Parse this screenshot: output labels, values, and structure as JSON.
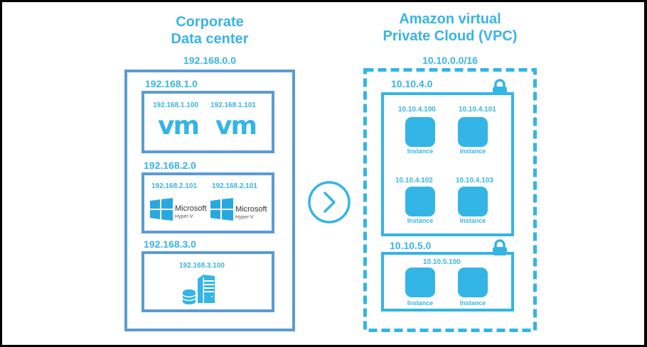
{
  "corporate": {
    "title_line1": "Corporate",
    "title_line2": "Data center",
    "network": "192.168.0.0",
    "subnets": [
      {
        "network": "192.168.1.0",
        "hosts": [
          {
            "ip": "192.168.1.100",
            "icon": "vmware-logo-icon",
            "logo_text": "vm"
          },
          {
            "ip": "192.168.1.101",
            "icon": "vmware-logo-icon",
            "logo_text": "vm"
          }
        ]
      },
      {
        "network": "192.168.2.0",
        "hosts": [
          {
            "ip": "192.168.2.101",
            "icon": "windows-logo-icon",
            "brand": "Microsoft",
            "product": "Hyper-V"
          },
          {
            "ip": "192.168.2.101",
            "icon": "windows-logo-icon",
            "brand": "Microsoft",
            "product": "Hyper-V"
          }
        ]
      },
      {
        "network": "192.168.3.0",
        "hosts": [
          {
            "ip": "192.168.3.100",
            "icon": "server-database-icon"
          }
        ]
      }
    ]
  },
  "connector": {
    "icon": "chevron-right-circle-icon"
  },
  "vpc": {
    "title_line1": "Amazon virtual",
    "title_line2": "Private Cloud (VPC)",
    "network": "10.10.0.0/16",
    "subnets": [
      {
        "network": "10.10.4.0",
        "lock_icon": "lock-icon",
        "instances": [
          {
            "ip": "10.10.4.100",
            "label": "Instance"
          },
          {
            "ip": "10.10.4.101",
            "label": "Instance"
          },
          {
            "ip": "10.10.4.102",
            "label": "Instance"
          },
          {
            "ip": "10.10.4.103",
            "label": "Instance"
          }
        ]
      },
      {
        "network": "10.10.5.0",
        "lock_icon": "lock-icon",
        "shared_ip": "10.10.5.100",
        "instances": [
          {
            "label": "Instance"
          },
          {
            "label": "Instance"
          }
        ]
      }
    ]
  },
  "colors": {
    "corporate_border": "#5b9bd5",
    "vpc_border": "#33b5e5",
    "accent_text": "#3ab4e2"
  }
}
